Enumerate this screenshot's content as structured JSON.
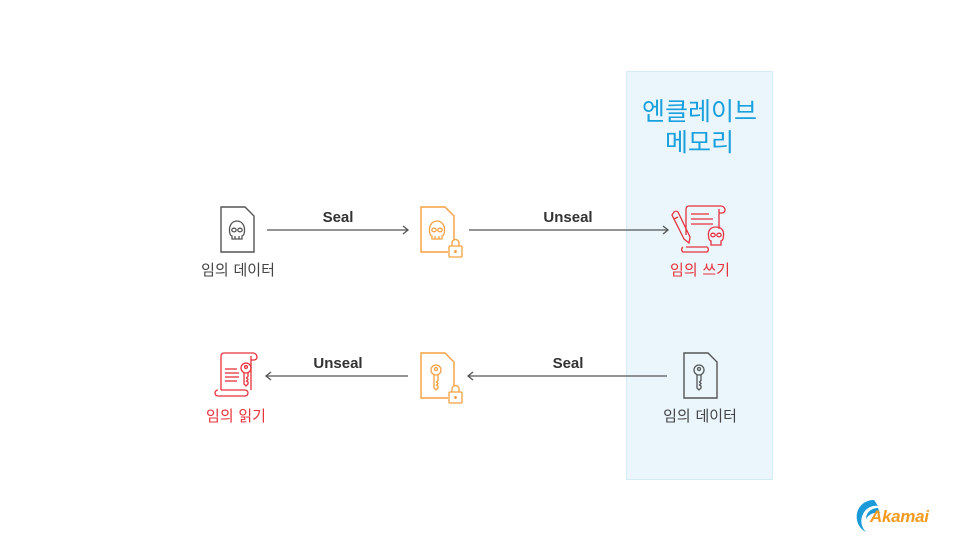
{
  "enclave": {
    "title_line1": "엔클레이브",
    "title_line2": "메모리",
    "color": "#1aa0dc",
    "background": "#eaf6fc"
  },
  "top_row": {
    "source_label": "임의 데이터",
    "arrow1_label": "Seal",
    "arrow2_label": "Unseal",
    "target_label": "임의 쓰기",
    "source_icon": "file-skull-icon",
    "middle_icon": "sealed-file-skull-icon",
    "target_icon": "scroll-pen-skull-icon"
  },
  "bottom_row": {
    "source_label": "임의 데이터",
    "arrow1_label": "Seal",
    "arrow2_label": "Unseal",
    "target_label": "임의 읽기",
    "source_icon": "file-key-icon",
    "middle_icon": "sealed-file-key-icon",
    "target_icon": "scroll-key-icon"
  },
  "colors": {
    "neutral": "#555555",
    "sealed": "#f5a040",
    "danger": "#e8323c",
    "arrow": "#555555"
  },
  "logo": {
    "text": "Akamai"
  }
}
